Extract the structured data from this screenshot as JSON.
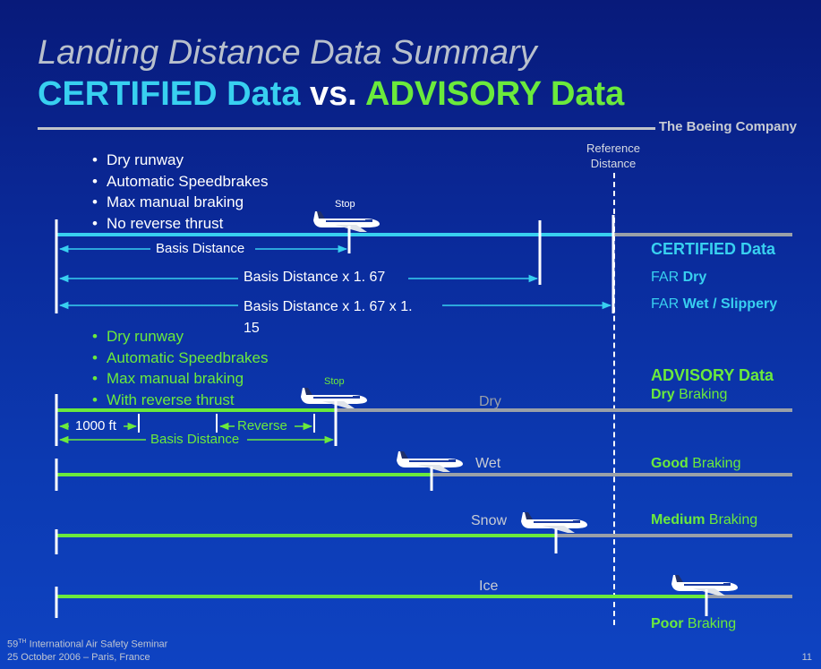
{
  "title": {
    "line1": "Landing Distance Data Summary",
    "certified": "CERTIFIED Data",
    "vs": " vs. ",
    "advisory": "ADVISORY Data"
  },
  "company": "The Boeing Company",
  "reference_label_line1": "Reference",
  "reference_label_line2": "Distance",
  "certified": {
    "bullets": [
      "Dry runway",
      "Automatic Speedbrakes",
      "Max manual braking",
      "No reverse thrust"
    ],
    "stop_label": "Stop",
    "basis_label": "Basis Distance",
    "factor1_label": "Basis Distance x 1. 67",
    "factor2_label_line1": "Basis Distance x 1. 67 x 1.",
    "factor2_label_line2": "15",
    "heading": "CERTIFIED Data",
    "far_dry_prefix": "FAR",
    "far_dry_bold": "Dry",
    "far_wet_prefix": "FAR",
    "far_wet_bold": "Wet / Slippery"
  },
  "advisory": {
    "bullets": [
      "Dry runway",
      "Automatic Speedbrakes",
      "Max manual braking",
      "With reverse thrust"
    ],
    "stop_label": "Stop",
    "heading": "ADVISORY Data",
    "dry_label": "Dry",
    "ft_label": "1000 ft",
    "reverse_label": "Reverse",
    "basis_label": "Basis Distance",
    "wet_label": "Wet",
    "snow_label": "Snow",
    "ice_label": "Ice",
    "dry_braking_bold": "Dry",
    "dry_braking_rest": " Braking",
    "good_braking_bold": "Good",
    "good_braking_rest": " Braking",
    "medium_braking_bold": "Medium",
    "medium_braking_rest": " Braking",
    "poor_braking_bold": "Poor",
    "poor_braking_rest": " Braking"
  },
  "footer": {
    "seminar_ordinal": "59",
    "seminar_sup": "TH",
    "seminar_rest": " International Air Safety Seminar",
    "date_place": "25 October 2006 – Paris, France",
    "page_number": "11"
  },
  "colors": {
    "certified": "#38d0f0",
    "advisory": "#6bea3c",
    "runway_grey": "#9aa0a8"
  }
}
